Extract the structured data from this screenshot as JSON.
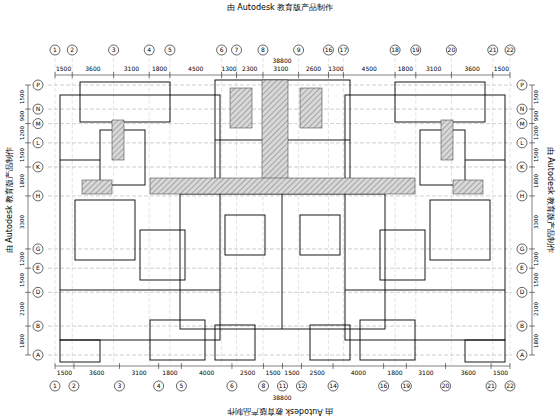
{
  "diagram": {
    "labels": [
      "由 Autodesk 教育版产品制作",
      "由 Autodesk 教育版产品制作",
      "由 Autodesk 教育版产品制作",
      "由 Autodesk 教育版产品制作",
      "1",
      "2",
      "3",
      "4",
      "5",
      "6",
      "7",
      "8",
      "9",
      "16",
      "17",
      "18",
      "19",
      "20",
      "21",
      "22",
      "38800",
      "1500",
      "3600",
      "3100",
      "1800",
      "4500",
      "1300",
      "2300",
      "3100",
      "2600",
      "1300",
      "4500",
      "1800",
      "3100",
      "3600",
      "1500",
      "1500",
      "3600",
      "3100",
      "1800",
      "4000",
      "2500",
      "1500",
      "1500",
      "2500",
      "4000",
      "1800",
      "3100",
      "3600",
      "1500",
      "1",
      "2",
      "3",
      "4",
      "5",
      "6",
      "8",
      "11",
      "12",
      "14",
      "16",
      "19",
      "20",
      "21",
      "22",
      "38800",
      "P",
      "N",
      "M",
      "L",
      "K",
      "H",
      "G",
      "E",
      "D",
      "B",
      "A",
      "1500",
      "900",
      "1200",
      "1500",
      "1800",
      "3300",
      "1200",
      "1500",
      "2100",
      "1800",
      "P",
      "N",
      "M",
      "L",
      "K",
      "H",
      "G",
      "E",
      "D",
      "B",
      "A",
      "1500",
      "900",
      "1200",
      "1500",
      "1800",
      "3300",
      "1200",
      "1500",
      "2100",
      "1800"
    ]
  }
}
